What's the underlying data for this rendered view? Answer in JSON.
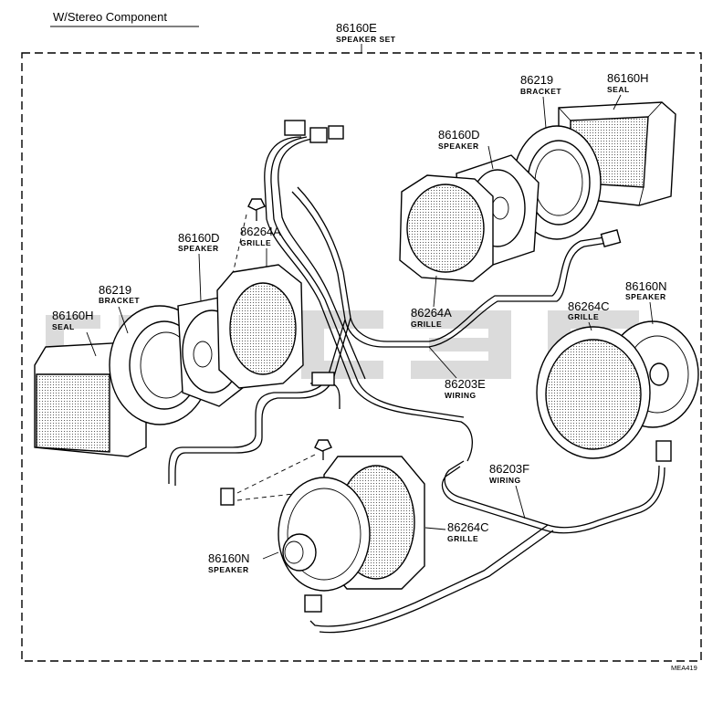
{
  "header": {
    "title": "W/Stereo Component",
    "assembly_number": "86160E",
    "assembly_name": "SPEAKER SET"
  },
  "labels": {
    "bracket_rear": {
      "number": "86219",
      "name": "BRACKET"
    },
    "seal_rear": {
      "number": "86160H",
      "name": "SEAL"
    },
    "speaker_rear": {
      "number": "86160D",
      "name": "SPEAKER"
    },
    "grille_rear": {
      "number": "86264A",
      "name": "GRILLE"
    },
    "speaker_left": {
      "number": "86160D",
      "name": "SPEAKER"
    },
    "grille_left": {
      "number": "86264A",
      "name": "GRILLE"
    },
    "bracket_left": {
      "number": "86219",
      "name": "BRACKET"
    },
    "seal_left": {
      "number": "86160H",
      "name": "SEAL"
    },
    "speaker_right": {
      "number": "86160N",
      "name": "SPEAKER"
    },
    "grille_right": {
      "number": "86264C",
      "name": "GRILLE"
    },
    "wiring_e": {
      "number": "86203E",
      "name": "WIRING"
    },
    "wiring_f": {
      "number": "86203F",
      "name": "WIRING"
    },
    "grille_front": {
      "number": "86264C",
      "name": "GRILLE"
    },
    "speaker_front": {
      "number": "86160N",
      "name": "SPEAKER"
    }
  },
  "footer": {
    "drawing_code": "MEA419"
  }
}
